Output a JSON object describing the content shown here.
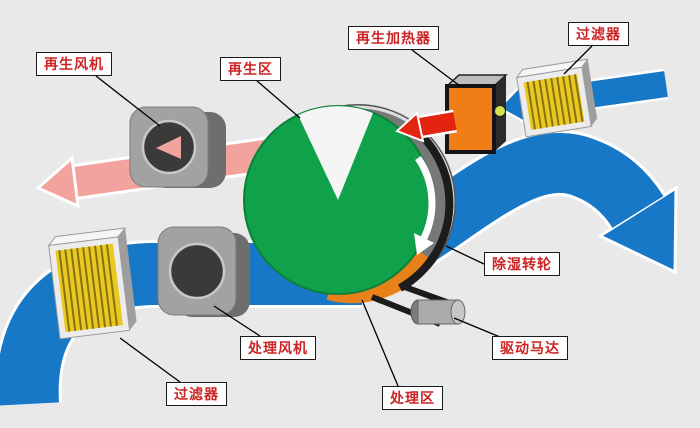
{
  "diagram": {
    "labels": {
      "regen_fan": "再生风机",
      "regen_zone": "再生区",
      "regen_heater": "再生加热器",
      "filter_top": "过滤器",
      "dehumid_wheel": "除湿转轮",
      "drive_motor": "驱动马达",
      "process_fan": "处理风机",
      "process_zone": "处理区",
      "filter_bottom": "过滤器"
    },
    "colors": {
      "process_air_blue": "#1878c8",
      "regen_air_pink": "#f2a39e",
      "hot_air_red": "#e32410",
      "wheel_green": "#10a24a",
      "wheel_sector_white": "#f5f5f5",
      "wheel_hot_orange": "#e8811a",
      "heater_orange": "#f07d16",
      "filter_yellow": "#eac81f"
    }
  }
}
